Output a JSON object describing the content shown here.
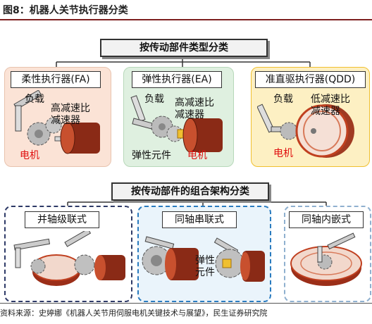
{
  "figure_title": "图8：机器人关节执行器分类",
  "source_note": "资料来源：史婷娜《机器人关节用伺服电机关键技术与展望》，民生证券研究院",
  "classification_by_transmission_type": {
    "heading": "按传动部件类型分类",
    "categories": [
      {
        "label": "柔性执行器(FA)",
        "load": "负载",
        "reducer": [
          "高减速比",
          "减速器"
        ],
        "motor": "电机",
        "elastic": ""
      },
      {
        "label": "弹性执行器(EA)",
        "load": "负载",
        "reducer": [
          "高减速比",
          "减速器"
        ],
        "motor": "电机",
        "elastic": "弹性元件"
      },
      {
        "label": "准直驱执行器(QDD)",
        "load": "负载",
        "reducer": [
          "低减速比",
          "减速器"
        ],
        "motor": "电机",
        "elastic": ""
      }
    ]
  },
  "classification_by_combination_architecture": {
    "heading": "按传动部件的组合架构分类",
    "categories": [
      {
        "label": "并轴级联式",
        "elastic": []
      },
      {
        "label": "同轴串联式",
        "elastic": [
          "弹性",
          "元件"
        ]
      },
      {
        "label": "同轴内嵌式",
        "elastic": []
      }
    ]
  },
  "colors": {
    "fa_panel": "#fbe3d6",
    "ea_panel": "#dff0e0",
    "qdd_panel": "#fdf0c3",
    "qdd_border": "#f0c030",
    "motor_red": "#e01010",
    "coaxial_border": "#2a7bbf"
  }
}
